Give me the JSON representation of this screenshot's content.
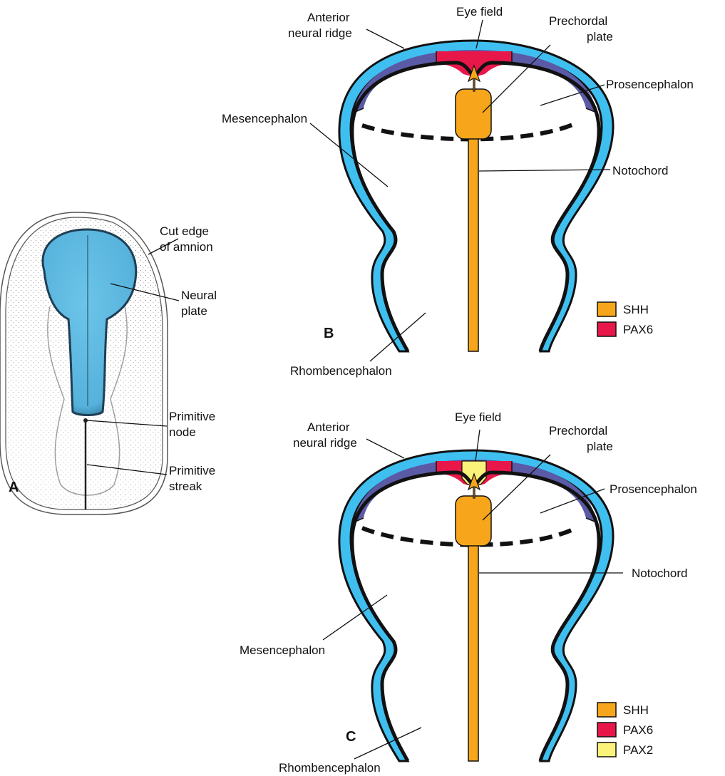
{
  "panel_a": {
    "letter": "A",
    "labels": {
      "cut_edge_1": "Cut edge",
      "cut_edge_2": "of amnion",
      "neural_1": "Neural",
      "neural_2": "plate",
      "node_1": "Primitive",
      "node_2": "node",
      "streak_1": "Primitive",
      "streak_2": "streak"
    }
  },
  "panel_b": {
    "letter": "B",
    "labels": {
      "anr_1": "Anterior",
      "anr_2": "neural ridge",
      "eye_field": "Eye field",
      "prechordal_1": "Prechordal",
      "prechordal_2": "plate",
      "prosencephalon": "Prosencephalon",
      "mesencephalon": "Mesencephalon",
      "notochord": "Notochord",
      "rhombencephalon": "Rhombencephalon"
    },
    "legend": [
      {
        "label": "SHH",
        "color": "#f7a61b"
      },
      {
        "label": "PAX6",
        "color": "#e8174a"
      }
    ]
  },
  "panel_c": {
    "letter": "C",
    "labels": {
      "anr_1": "Anterior",
      "anr_2": "neural ridge",
      "eye_field": "Eye field",
      "prechordal_1": "Prechordal",
      "prechordal_2": "plate",
      "prosencephalon": "Prosencephalon",
      "mesencephalon": "Mesencephalon",
      "notochord": "Notochord",
      "rhombencephalon": "Rhombencephalon"
    },
    "legend": [
      {
        "label": "SHH",
        "color": "#f7a61b"
      },
      {
        "label": "PAX6",
        "color": "#e8174a"
      },
      {
        "label": "PAX2",
        "color": "#fbf27a"
      }
    ]
  },
  "colors": {
    "neural_plate": "#5bb8e0",
    "ectoderm": "#3fbff0",
    "anterior_ridge": "#5b5aa6",
    "shh": "#f7a61b",
    "pax6": "#e8174a",
    "pax2": "#fbf27a"
  }
}
